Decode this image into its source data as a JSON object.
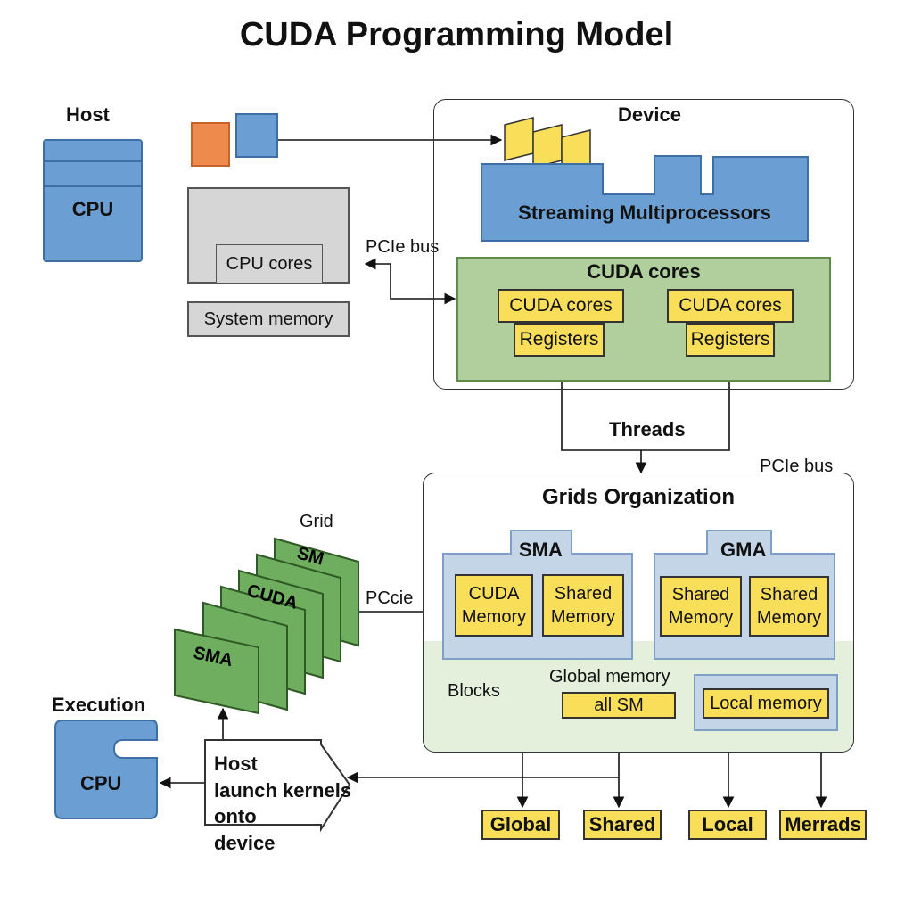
{
  "title": "CUDA Programming Model",
  "host": {
    "heading": "Host",
    "cpu": "CPU",
    "cpu_cores": "CPU cores",
    "system_memory": "System memory"
  },
  "pcie": {
    "top": "PCIe bus",
    "right": "PCIe bus",
    "left": "PCcie"
  },
  "device": {
    "heading": "Device",
    "streaming_multiprocessors": "Streaming Multiprocessors",
    "cuda_cores_title": "CUDA cores",
    "core_left": "CUDA cores",
    "reg_left": "Registers",
    "core_right": "CUDA cores",
    "reg_right": "Registers"
  },
  "threads": "Threads",
  "grid": {
    "label": "Grid",
    "layers": [
      "SM",
      "CUDA",
      "SMA"
    ]
  },
  "grids_org": {
    "title": "Grids Organization",
    "sma_label": "SMA",
    "gma_label": "GMA",
    "sma_left": "CUDA\nMemory",
    "sma_right": "Shared\nMemory",
    "gma_left": "Shared\nMemory",
    "gma_right": "Shared\nMemory",
    "blocks": "Blocks",
    "global_memory": "Global memory",
    "all_sm": "all SM",
    "local_memory": "Local memory"
  },
  "execution": {
    "heading": "Execution",
    "cpu": "CPU",
    "host_arrow": "Host\nlaunch kernels\nonto\ndevice"
  },
  "bottom": [
    "Global",
    "Shared",
    "Local",
    "Merrads"
  ],
  "colors": {
    "blue": "#6b9fd3",
    "green": "#b0cf9c",
    "yellow": "#f9de5a",
    "orange": "#ee8a4c",
    "gray": "#d6d6d6"
  }
}
